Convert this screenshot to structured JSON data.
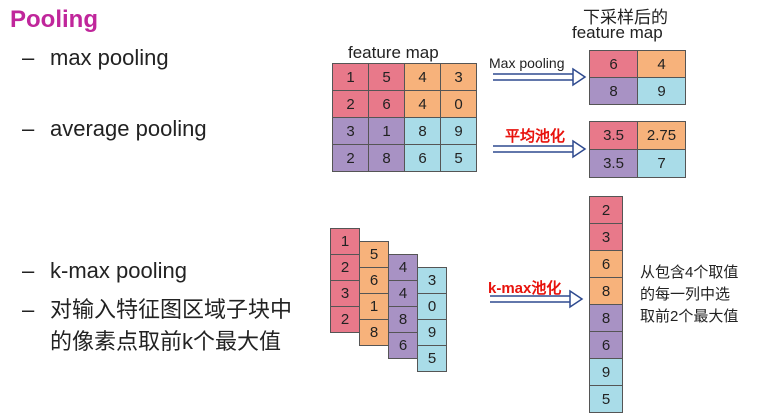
{
  "title": "Pooling",
  "bullets": {
    "max": "max pooling",
    "average": "average pooling",
    "kmax": "k-max pooling",
    "desc_line1": "对输入特征图区域子块中",
    "desc_line2": "的像素点取前k个最大值"
  },
  "dash": "–",
  "feature_map_label": "feature map",
  "downsampled_label_line1": "下采样后的",
  "downsampled_label_line2": "feature map",
  "arrows": {
    "max_pooling": "Max pooling",
    "avg_pooling": "平均池化",
    "kmax_pooling": "k-max池化"
  },
  "feature_map": [
    [
      "1",
      "5",
      "4",
      "3"
    ],
    [
      "2",
      "6",
      "4",
      "0"
    ],
    [
      "3",
      "1",
      "8",
      "9"
    ],
    [
      "2",
      "8",
      "6",
      "5"
    ]
  ],
  "max_result": [
    [
      "6",
      "4"
    ],
    [
      "8",
      "9"
    ]
  ],
  "avg_result": [
    [
      "3.5",
      "2.75"
    ],
    [
      "3.5",
      "7"
    ]
  ],
  "kmax_columns": [
    [
      "1",
      "2",
      "3",
      "2"
    ],
    [
      "5",
      "6",
      "1",
      "8"
    ],
    [
      "4",
      "4",
      "8",
      "6"
    ],
    [
      "3",
      "0",
      "9",
      "5"
    ]
  ],
  "kmax_result": [
    "2",
    "3",
    "6",
    "8",
    "8",
    "6",
    "9",
    "5"
  ],
  "kmax_note": [
    "从包含4个取值",
    "的每一列中选",
    "取前2个最大值"
  ],
  "colors": {
    "pink": "#e8798a",
    "orange": "#f7b27b",
    "purple": "#a892c4",
    "cyan": "#a9dce8",
    "title": "#c0269b",
    "red_label": "#e8120c",
    "arrow": "#2e4a8f"
  }
}
